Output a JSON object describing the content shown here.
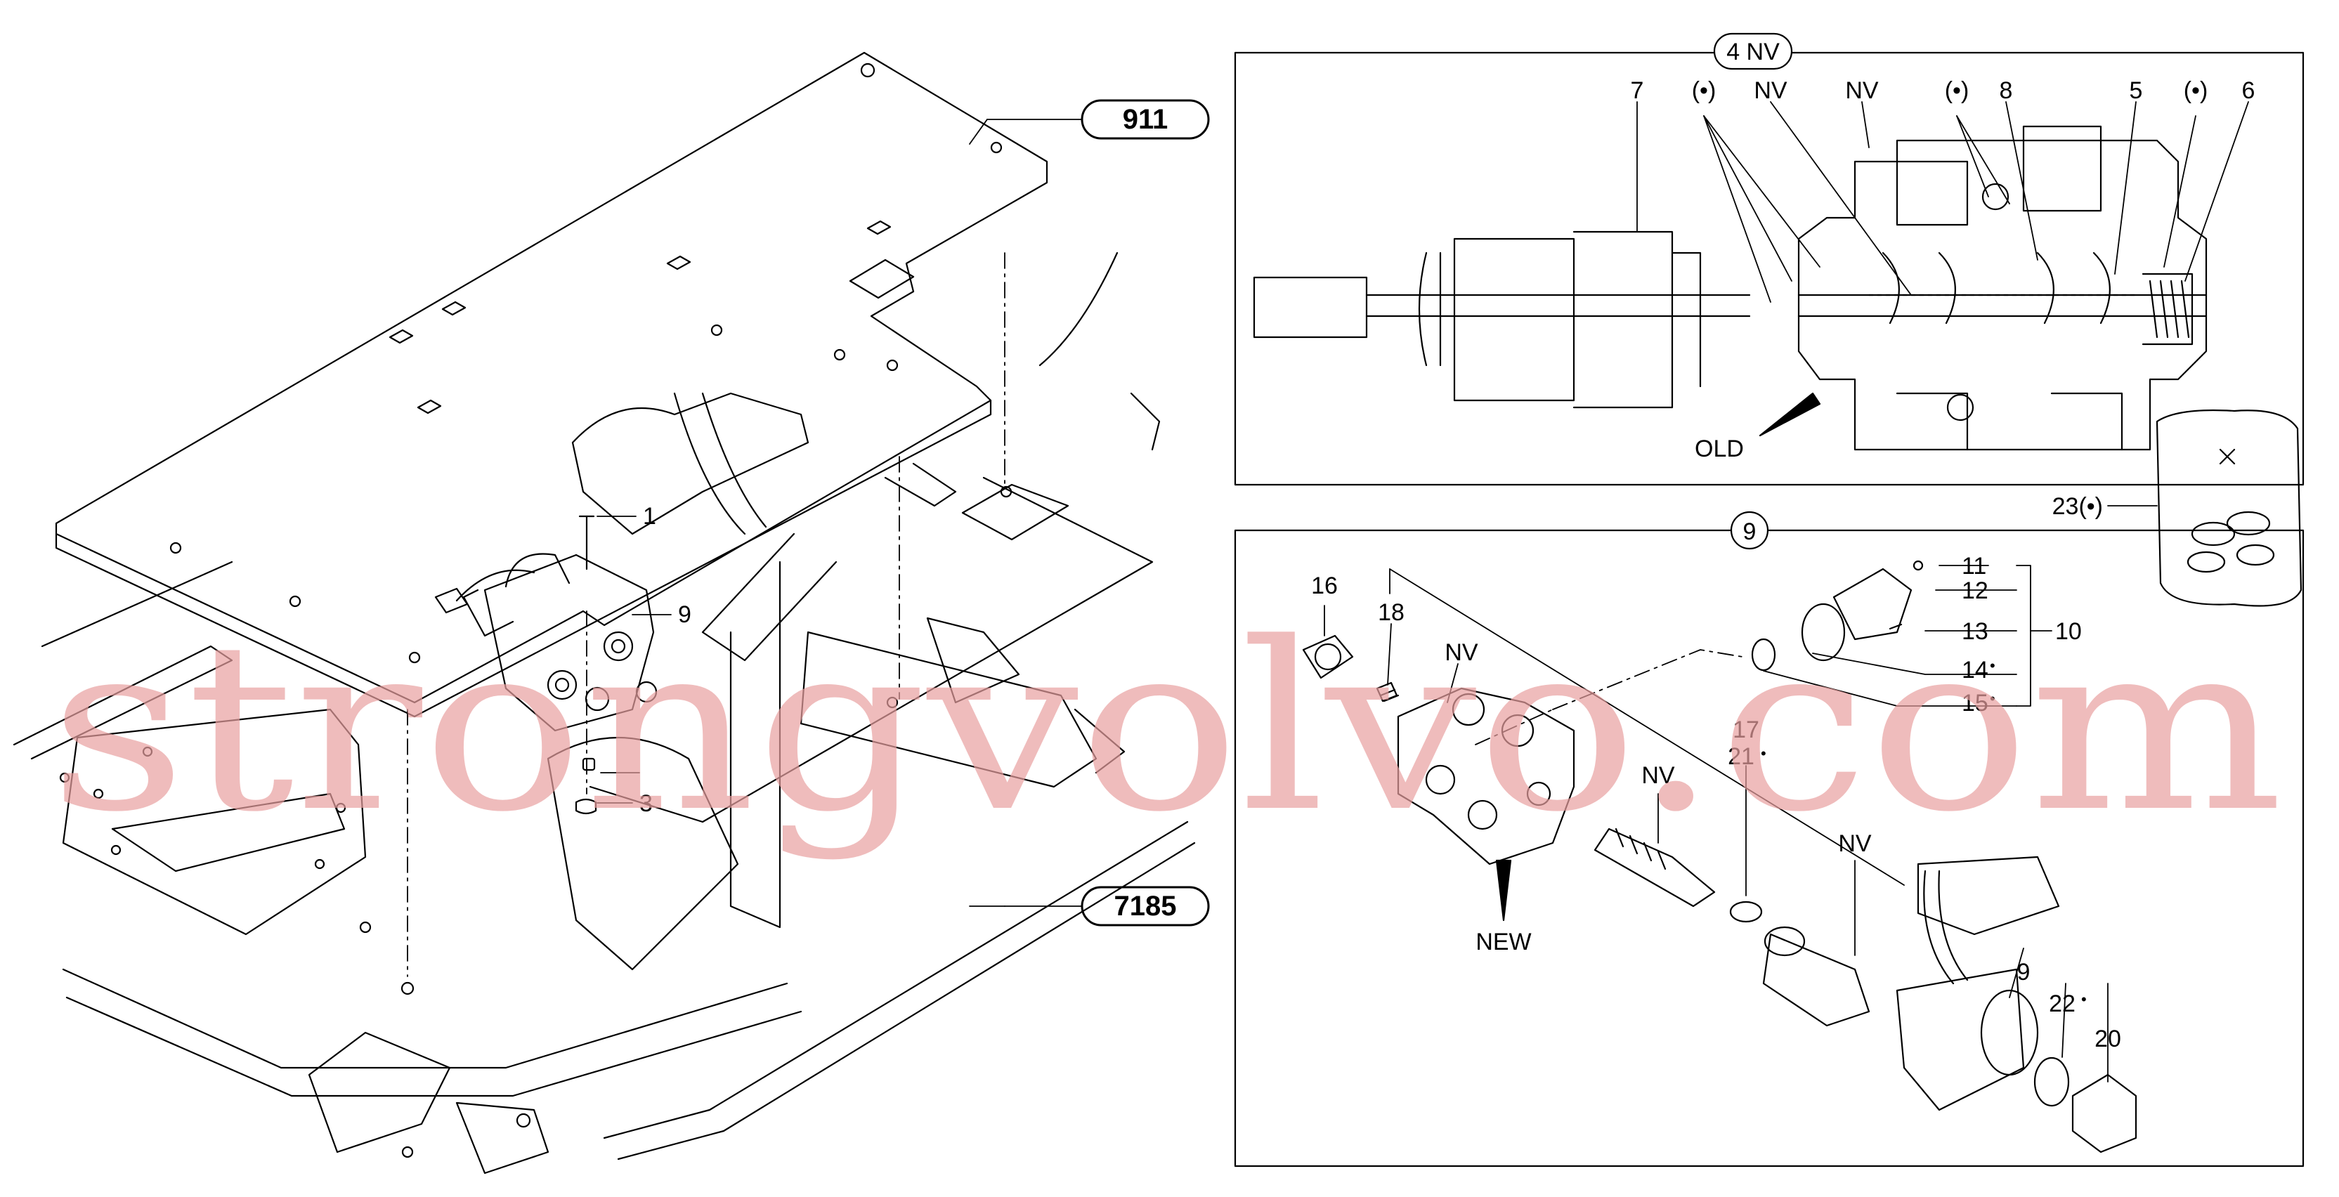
{
  "refs": {
    "ref_911": "911",
    "ref_7185": "7185"
  },
  "left_labels": {
    "n1": "1",
    "n9": "9",
    "n3": "3"
  },
  "panel_top": {
    "title": "4 NV",
    "n7": "7",
    "dot_a": "(•)",
    "nv_a": "NV",
    "nv_b": "NV",
    "dot_b": "(•)",
    "n8": "8",
    "n5": "5",
    "dot_c": "(•)",
    "n6": "6",
    "old": "OLD"
  },
  "bag_label": "23(•)",
  "panel_bottom": {
    "title": "9",
    "n16": "16",
    "n18": "18",
    "nv_c": "NV",
    "nv_d": "NV",
    "nv_e": "NV",
    "n17": "17",
    "n21": "21",
    "n11": "11",
    "n12": "12",
    "n13": "13",
    "n10": "10",
    "n14": "14",
    "n15": "15",
    "new": "NEW",
    "n9b": "9",
    "n22": "22",
    "n20": "20",
    "bullet": "•"
  },
  "watermark": "strongvolvo.com"
}
